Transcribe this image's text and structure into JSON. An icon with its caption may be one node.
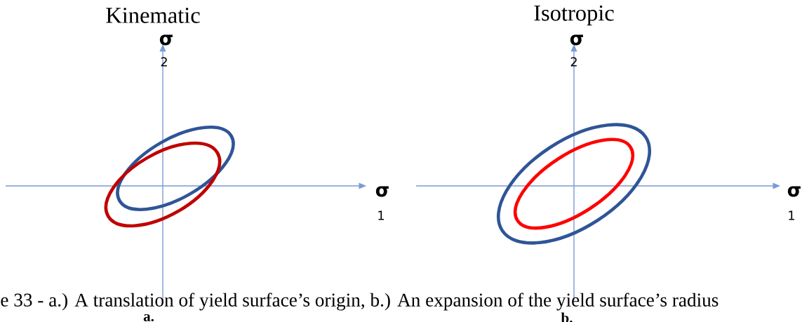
{
  "diagram": {
    "caption": "e 33 - a.) A translation of yield surface’s origin,   b.) An expansion of the yield surface’s radius",
    "labels": [
      "Kinematic",
      "σ",
      "2",
      "σ",
      "1",
      "Isotropic",
      "σ",
      "2",
      "σ",
      "1",
      "a.",
      "b."
    ]
  }
}
